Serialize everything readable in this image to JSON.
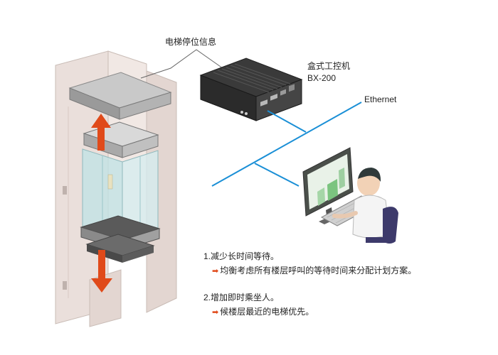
{
  "labels": {
    "position_info": "电梯停位信息",
    "device_name": "盒式工控机",
    "device_model": "BX-200",
    "network": "Ethernet"
  },
  "notes": [
    {
      "title": "1.减少长时间等待。",
      "detail": "均衡考虑所有楼层呼叫的等待时间来分配计划方案。"
    },
    {
      "title": "2.增加即时乘坐人。",
      "detail": "候楼层最近的电梯优先。"
    }
  ],
  "colors": {
    "ethernet_line": "#1a8fd6",
    "arrow_red": "#e04a1a",
    "shaft_wall": "#eadfdb",
    "device_body": "#2b2b2b",
    "monitor_screen": "#e9f2e8"
  },
  "icons": [
    "up-arrow-icon",
    "down-arrow-icon",
    "red-arrow-icon"
  ]
}
